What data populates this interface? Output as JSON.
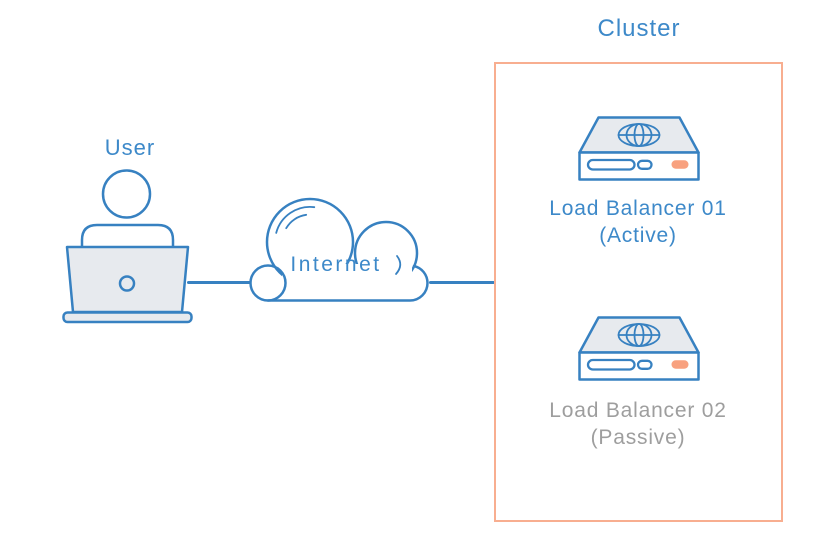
{
  "title": "Cluster",
  "nodes": {
    "user": {
      "label": "User"
    },
    "internet": {
      "label": "Internet"
    },
    "load_balancer_1": {
      "name": "Load Balancer 01",
      "status": "(Active)"
    },
    "load_balancer_2": {
      "name": "Load Balancer 02",
      "status": "(Passive)"
    }
  },
  "icons": {
    "user": "person-at-laptop-icon",
    "internet": "cloud-icon",
    "load_balancer": "server-globe-icon",
    "status_led": "led-indicator-icon"
  },
  "colors": {
    "stroke_blue": "#3781c1",
    "text_blue": "#3d89c9",
    "text_gray": "#9e9e9e",
    "fill_gray": "#e7eaee",
    "cluster_border": "#f8ae90",
    "led_salmon": "#f8a17f",
    "background": "#ffffff"
  }
}
